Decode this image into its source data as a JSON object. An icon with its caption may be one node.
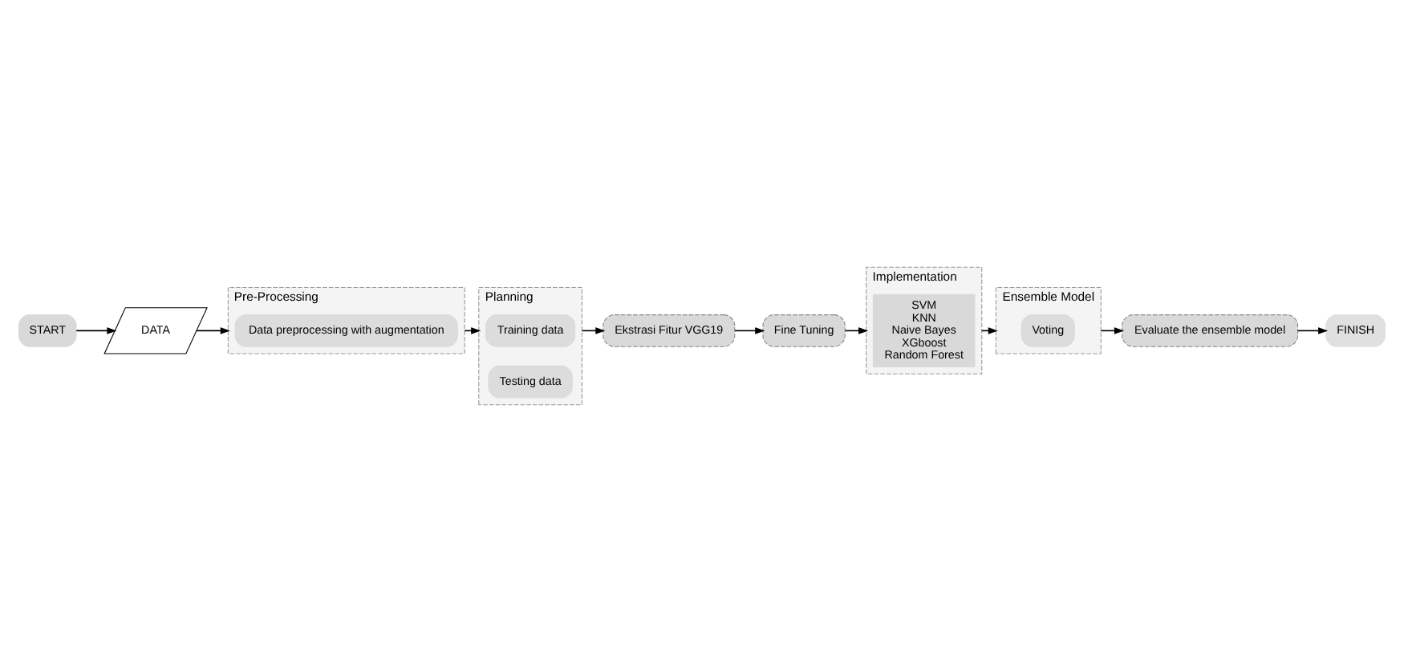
{
  "diagram": {
    "nodes": [
      {
        "text": [
          "START"
        ]
      },
      {
        "text": [
          "DATA"
        ]
      },
      {
        "text": [
          "Pre-Processing"
        ]
      },
      {
        "text": [
          "Data preprocessing with augmentation"
        ],
        "in": 2
      },
      {
        "text": [
          "Planning"
        ]
      },
      {
        "text": [
          "Training data"
        ],
        "in": 4
      },
      {
        "text": [
          "Testing data"
        ],
        "in": 4
      },
      {
        "text": [
          "Ekstrasi Fitur VGG19"
        ]
      },
      {
        "text": [
          "Fine Tuning"
        ]
      },
      {
        "text": [
          "Implementation"
        ]
      },
      {
        "text": [
          "SVM",
          "KNN",
          "Naive Bayes",
          "XGboost",
          "Random Forest"
        ],
        "in": 9
      },
      {
        "text": [
          "Ensemble Model"
        ]
      },
      {
        "text": [
          "Voting"
        ],
        "in": 11
      },
      {
        "text": [
          "Evaluate the ensemble model"
        ]
      },
      {
        "text": [
          "FINISH"
        ]
      }
    ],
    "edges": [
      {
        "from": 0,
        "to": 1,
        "arrow": "to"
      },
      {
        "from": 1,
        "to": 2,
        "arrow": "to"
      },
      {
        "from": 2,
        "to": 4,
        "arrow": "to"
      },
      {
        "from": 4,
        "to": 7,
        "arrow": "to"
      },
      {
        "from": 7,
        "to": 8,
        "arrow": "to"
      },
      {
        "from": 8,
        "to": 9,
        "arrow": "to"
      },
      {
        "from": 9,
        "to": 11,
        "arrow": "to"
      },
      {
        "from": 11,
        "to": 13,
        "arrow": "to"
      },
      {
        "from": 13,
        "to": 14,
        "arrow": "to"
      }
    ]
  }
}
